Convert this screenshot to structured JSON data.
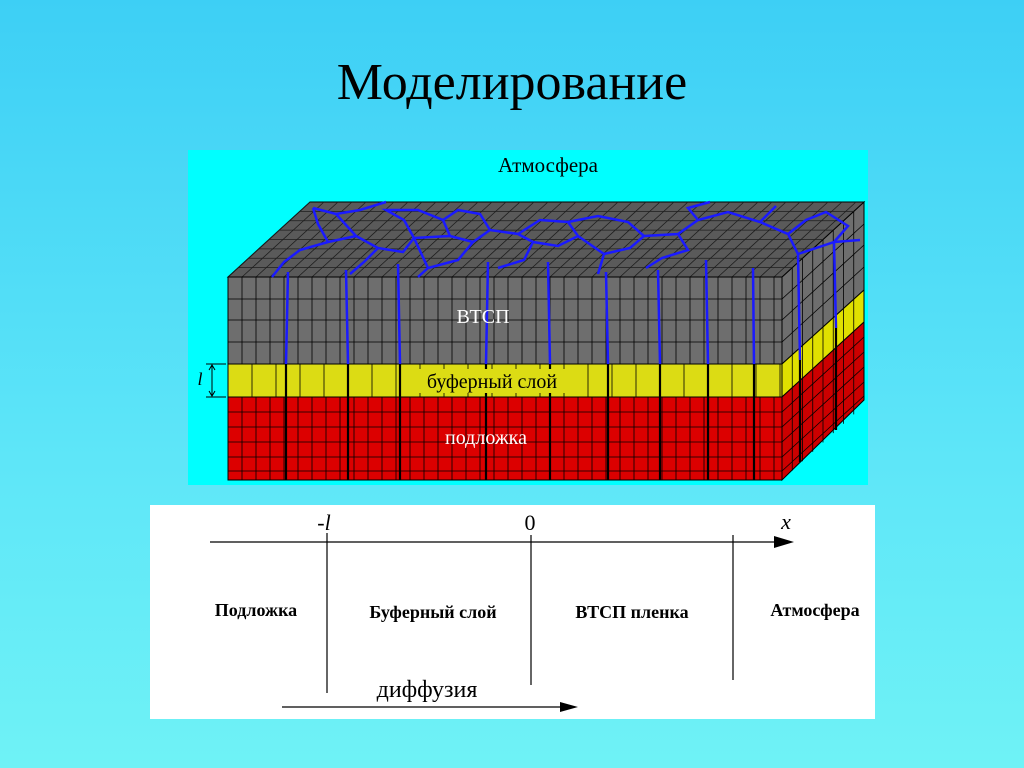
{
  "slide": {
    "title": "Моделирование"
  },
  "block_diagram": {
    "atmosphere_label": "Атмосфера",
    "htsc_label": "ВТСП",
    "buffer_label": "буферный слой",
    "substrate_label": "подложка",
    "thickness_label": "l",
    "colors": {
      "background": "#00ffff",
      "htsc": "#696969",
      "buffer": "#dcdc14",
      "substrate": "#dc0000",
      "grain_boundaries": "#1a1aff"
    }
  },
  "axis_diagram": {
    "axis_name": "x",
    "tick_minus_l": "-l",
    "tick_zero": "0",
    "regions": [
      "Подложка",
      "Буферный слой",
      "ВТСП пленка",
      "Атмосфера"
    ],
    "diffusion_label": "диффузия"
  }
}
